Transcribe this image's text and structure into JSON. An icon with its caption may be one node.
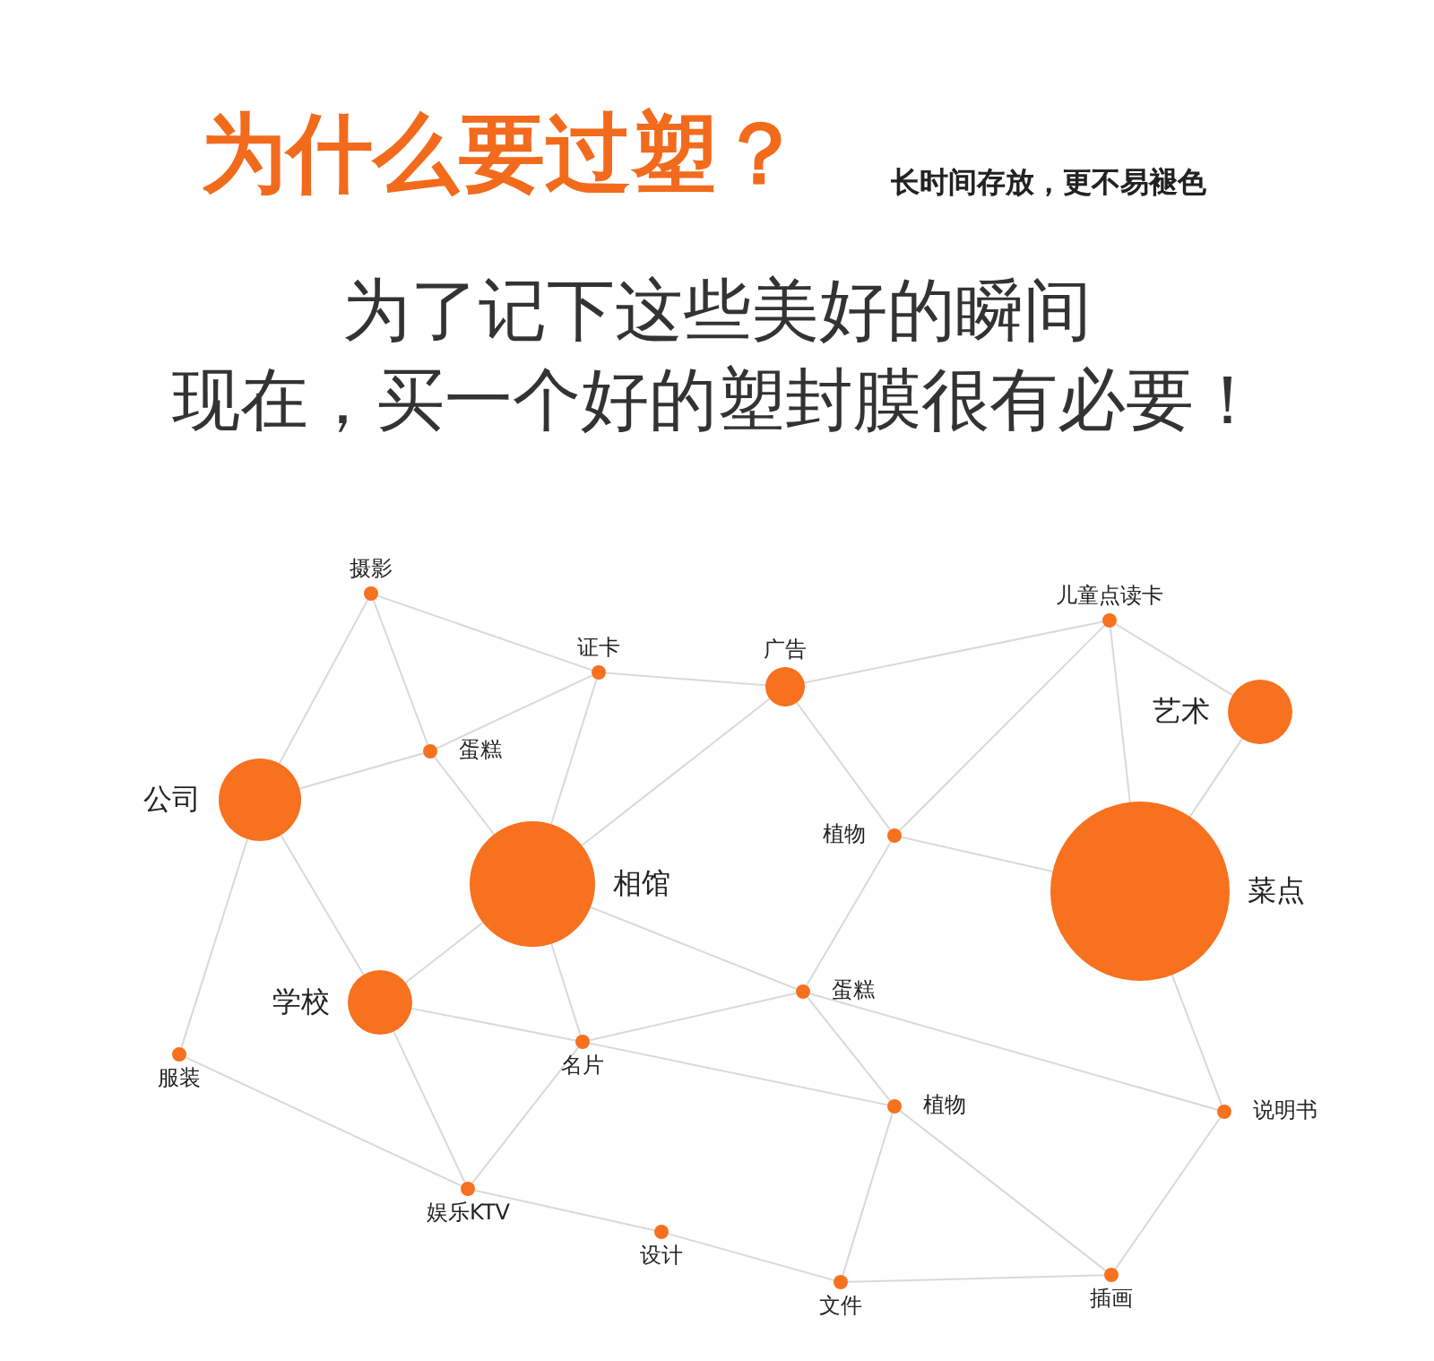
{
  "diagram": {
    "title": "为什么要过塑？",
    "nodes": [
      {
        "text": [
          "摄影"
        ]
      },
      {
        "text": [
          "证卡"
        ]
      },
      {
        "text": [
          "广告"
        ]
      },
      {
        "text": [
          "儿童点读卡"
        ]
      },
      {
        "text": [
          "艺术"
        ]
      },
      {
        "text": [
          "公司"
        ]
      },
      {
        "text": [
          "蛋糕"
        ]
      },
      {
        "text": [
          "相馆"
        ]
      },
      {
        "text": [
          "植物"
        ]
      },
      {
        "text": [
          "菜点"
        ]
      },
      {
        "text": [
          "学校"
        ]
      },
      {
        "text": [
          "蛋糕"
        ]
      },
      {
        "text": [
          "名片"
        ]
      },
      {
        "text": [
          "服装"
        ]
      },
      {
        "text": [
          "植物"
        ]
      },
      {
        "text": [
          "说明书"
        ]
      },
      {
        "text": [
          "娱乐KTV"
        ]
      },
      {
        "text": [
          "设计"
        ]
      },
      {
        "text": [
          "文件"
        ]
      },
      {
        "text": [
          "插画"
        ]
      }
    ],
    "edges": [
      {
        "from": 0,
        "to": 1,
        "arrow": "none"
      },
      {
        "from": 0,
        "to": 5,
        "arrow": "none"
      },
      {
        "from": 0,
        "to": 6,
        "arrow": "none"
      },
      {
        "from": 1,
        "to": 2,
        "arrow": "none"
      },
      {
        "from": 1,
        "to": 6,
        "arrow": "none"
      },
      {
        "from": 1,
        "to": 7,
        "arrow": "none"
      },
      {
        "from": 2,
        "to": 7,
        "arrow": "none"
      },
      {
        "from": 2,
        "to": 3,
        "arrow": "none"
      },
      {
        "from": 2,
        "to": 8,
        "arrow": "none"
      },
      {
        "from": 3,
        "to": 8,
        "arrow": "none"
      },
      {
        "from": 3,
        "to": 9,
        "arrow": "none"
      },
      {
        "from": 3,
        "to": 4,
        "arrow": "none"
      },
      {
        "from": 4,
        "to": 9,
        "arrow": "none"
      },
      {
        "from": 5,
        "to": 6,
        "arrow": "none"
      },
      {
        "from": 5,
        "to": 10,
        "arrow": "none"
      },
      {
        "from": 5,
        "to": 13,
        "arrow": "none"
      },
      {
        "from": 6,
        "to": 7,
        "arrow": "none"
      },
      {
        "from": 7,
        "to": 10,
        "arrow": "none"
      },
      {
        "from": 7,
        "to": 12,
        "arrow": "none"
      },
      {
        "from": 7,
        "to": 11,
        "arrow": "none"
      },
      {
        "from": 8,
        "to": 9,
        "arrow": "none"
      },
      {
        "from": 8,
        "to": 11,
        "arrow": "none"
      },
      {
        "from": 9,
        "to": 15,
        "arrow": "none"
      },
      {
        "from": 10,
        "to": 12,
        "arrow": "none"
      },
      {
        "from": 10,
        "to": 16,
        "arrow": "none"
      },
      {
        "from": 12,
        "to": 11,
        "arrow": "none"
      },
      {
        "from": 12,
        "to": 14,
        "arrow": "none"
      },
      {
        "from": 12,
        "to": 16,
        "arrow": "none"
      },
      {
        "from": 11,
        "to": 14,
        "arrow": "none"
      },
      {
        "from": 11,
        "to": 15,
        "arrow": "none"
      },
      {
        "from": 13,
        "to": 16,
        "arrow": "none"
      },
      {
        "from": 16,
        "to": 17,
        "arrow": "none"
      },
      {
        "from": 17,
        "to": 18,
        "arrow": "none"
      },
      {
        "from": 14,
        "to": 18,
        "arrow": "none"
      },
      {
        "from": 14,
        "to": 19,
        "arrow": "none"
      },
      {
        "from": 15,
        "to": 19,
        "arrow": "none"
      },
      {
        "from": 18,
        "to": 19,
        "arrow": "none"
      }
    ],
    "labels": [
      "长时间存放，更不易褪色",
      "为了记下这些美好的瞬间",
      "现在，买一个好的塑封膜很有必要！"
    ]
  }
}
